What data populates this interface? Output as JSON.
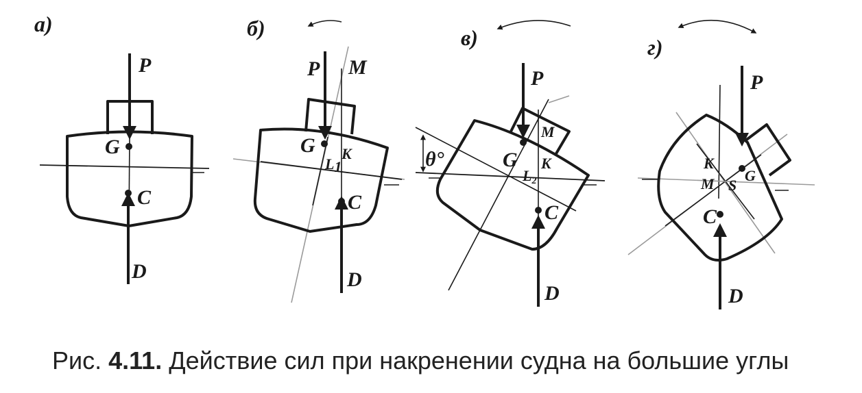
{
  "caption": {
    "prefix": "Рис. ",
    "number": "4.11.",
    "text": " Действие сил при накренении судна на большие углы"
  },
  "panels": [
    {
      "id": "a",
      "label": "а)",
      "points": {
        "P": "P",
        "G": "G",
        "C": "C",
        "D": "D"
      }
    },
    {
      "id": "b",
      "label": "б)",
      "points": {
        "P": "P",
        "M": "M",
        "G": "G",
        "K": "K",
        "L": "L",
        "L_sub": "1",
        "C": "C",
        "D": "D"
      }
    },
    {
      "id": "v",
      "label": "в)",
      "points": {
        "P": "P",
        "M": "M",
        "G": "G",
        "K": "K",
        "L": "L",
        "L_sub": "2",
        "C": "C",
        "D": "D",
        "angle": "θ°"
      }
    },
    {
      "id": "g",
      "label": "г)",
      "points": {
        "P": "P",
        "K": "K",
        "M": "M",
        "G": "G",
        "C": "C",
        "D": "D",
        "S": "S"
      }
    }
  ],
  "colors": {
    "ink": "#1a1a1a",
    "faint": "#9a9a9a",
    "paper": "#ffffff"
  }
}
